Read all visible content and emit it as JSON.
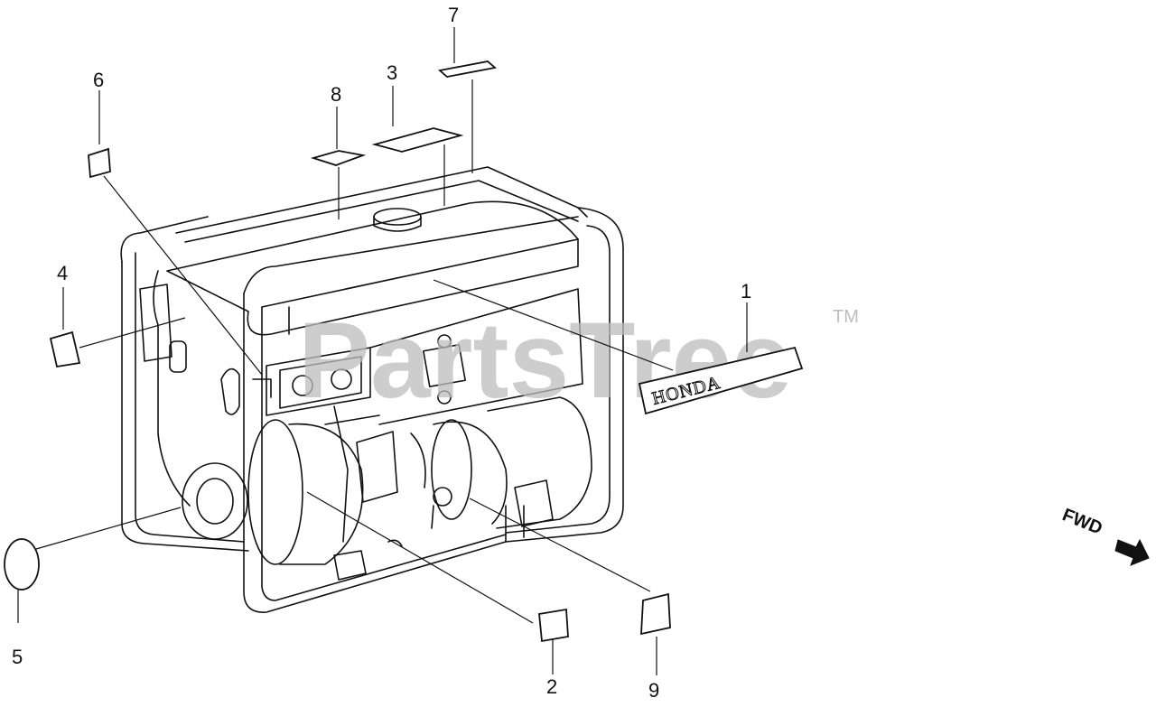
{
  "watermark": {
    "text": "PartsTree",
    "trademark": "TM"
  },
  "brand_decal_text": "HONDA",
  "direction_indicator": "FWD",
  "callouts": [
    {
      "number": "1"
    },
    {
      "number": "2"
    },
    {
      "number": "3"
    },
    {
      "number": "4"
    },
    {
      "number": "5"
    },
    {
      "number": "6"
    },
    {
      "number": "7"
    },
    {
      "number": "8"
    },
    {
      "number": "9"
    }
  ],
  "colors": {
    "line": "#111111",
    "watermark": "#bdbdbd",
    "background": "#ffffff"
  }
}
